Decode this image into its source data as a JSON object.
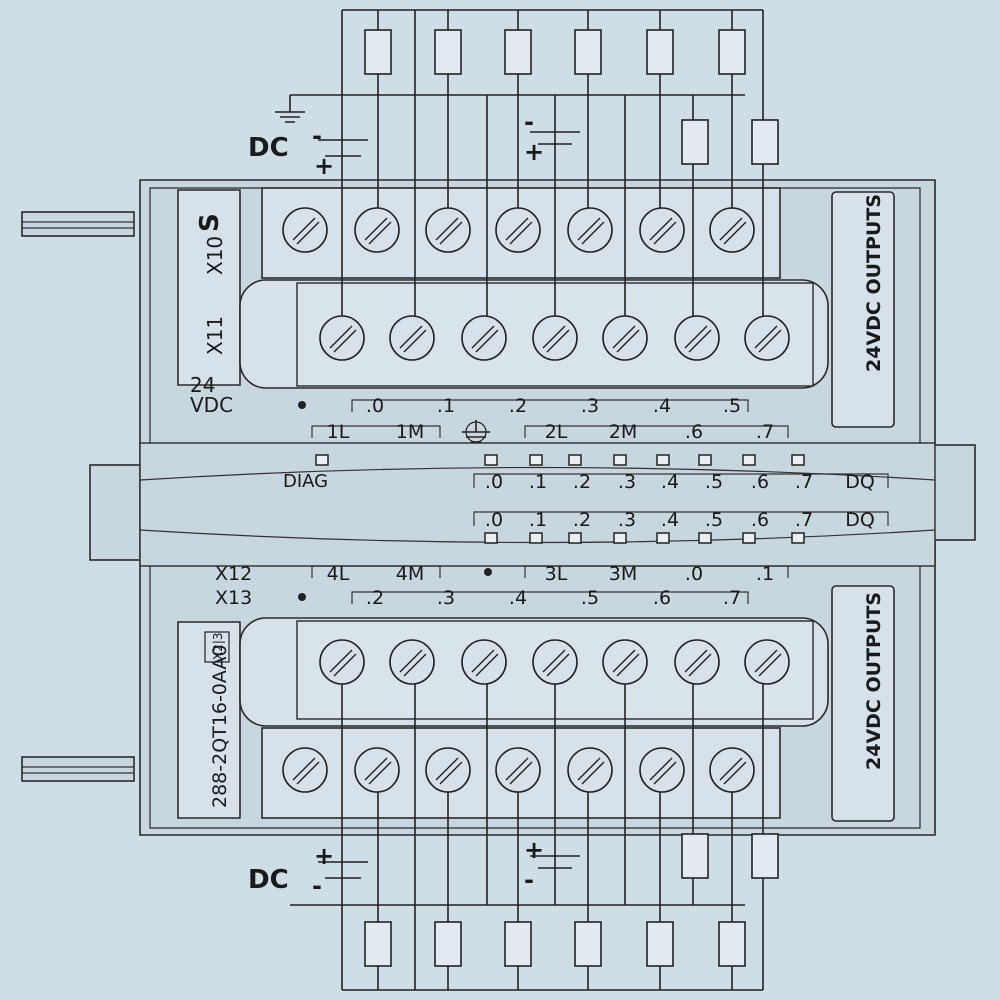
{
  "module": {
    "order_number": "288-2QT16-0AA0",
    "logo_glyph": "S",
    "side_label_top": "24VDC OUTPUTS",
    "side_label_bottom": "24VDC OUTPUTS",
    "label_x10": "X10",
    "label_x11": "X11",
    "label_x12": "X12",
    "label_x13": "X13",
    "label_24": "24",
    "label_vdc": "VDC",
    "label_diag": "DIAG",
    "label_dq_top": "DQ",
    "label_dq_bottom": "DQ",
    "badge": "X2|3"
  },
  "power": {
    "dc_top": "DC",
    "dc_bottom": "DC",
    "minus": "-",
    "plus": "+"
  },
  "terminals": {
    "x11_row": [
      ".0",
      ".1",
      ".2",
      ".3",
      ".4",
      ".5"
    ],
    "x10_row": [
      "1L",
      "1M",
      "2L",
      "2M",
      ".6",
      ".7"
    ],
    "x12_row": [
      "4L",
      "4M",
      "3L",
      "3M",
      ".0",
      ".1"
    ],
    "x13_row": [
      ".2",
      ".3",
      ".4",
      ".5",
      ".6",
      ".7"
    ]
  },
  "leds": {
    "top_labels": [
      ".0",
      ".1",
      ".2",
      ".3",
      ".4",
      ".5",
      ".6",
      ".7"
    ],
    "bottom_labels": [
      ".0",
      ".1",
      ".2",
      ".3",
      ".4",
      ".5",
      ".6",
      ".7"
    ]
  }
}
